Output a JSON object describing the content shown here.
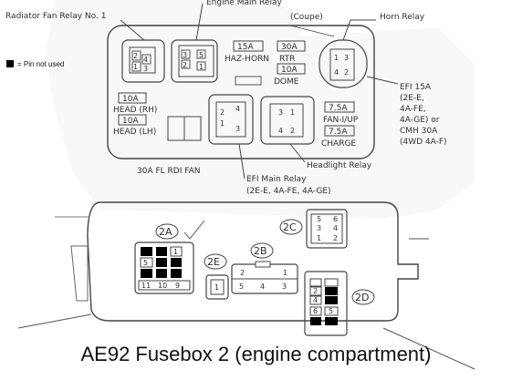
{
  "caption": "AE92 Fusebox 2 (engine compartment)",
  "legend": "= Pin not used",
  "upper_box": {
    "relay_labels": {
      "radiator_fan": "Radiator Fan Relay No. 1",
      "engine_main": "Engine Main Relay",
      "horn": "Horn Relay",
      "headlight": "Headlight Relay",
      "efi_main_1": "EFI Main Relay",
      "efi_main_2": "(2E-E, 4A-FE, 4A-GE)"
    },
    "coupe": "(Coupe)",
    "fuses": {
      "haz_horn_amp": "15A",
      "haz_horn": "HAZ-HORN",
      "rtr_amp": "30A",
      "rtr": "RTR",
      "dome_amp": "10A",
      "dome": "DOME",
      "head_rh_amp": "10A",
      "head_rh": "HEAD (RH)",
      "head_lh_amp": "10A",
      "head_lh": "HEAD (LH)",
      "fan_iup_amp": "7.5A",
      "fan_iup": "FAN-I/UP",
      "charge_amp": "7.5A",
      "charge": "CHARGE",
      "rdi_fan": "30A FL RDI FAN"
    },
    "efi_note": [
      "EFI 15A",
      "(2E-E,",
      "4A-FE,",
      "4A-GE) or",
      "CMH 30A",
      "(4WD 4A-F)"
    ],
    "pins": {
      "radiator": [
        "2",
        "4",
        "1",
        "3"
      ],
      "engine_main": [
        "3",
        "5",
        "2",
        "1"
      ],
      "horn": [
        "1",
        "3",
        "4",
        "2"
      ],
      "efi_main": [
        "2",
        "4",
        "1",
        "3"
      ],
      "headlight": [
        "3",
        "1",
        "4",
        "2"
      ]
    }
  },
  "connectors": {
    "c2A": {
      "label": "2A",
      "pins": [
        "1",
        "5",
        "11",
        "10",
        "9"
      ]
    },
    "c2B": {
      "label": "2B",
      "pins": [
        "2",
        "1",
        "5",
        "4",
        "3"
      ]
    },
    "c2C": {
      "label": "2C",
      "pins": [
        "5",
        "6",
        "3",
        "4",
        "1",
        "2"
      ]
    },
    "c2D": {
      "label": "2D",
      "pins": [
        "2",
        "4",
        "6",
        "5"
      ]
    },
    "c2E": {
      "label": "2E",
      "pins": [
        "1"
      ]
    }
  }
}
